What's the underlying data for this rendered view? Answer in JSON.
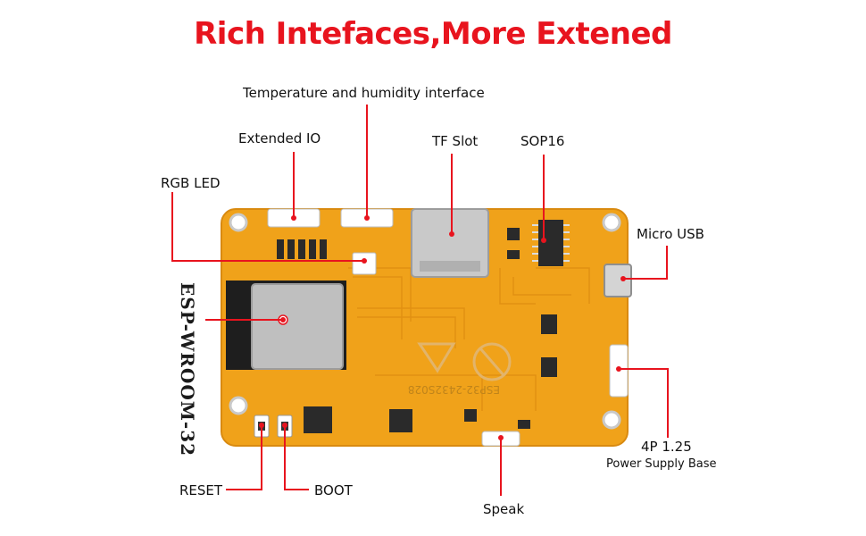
{
  "title": "Rich Intefaces,More Extened",
  "colors": {
    "accent": "#e8141e",
    "board": "#f0a21a",
    "board_edge": "#d98a10",
    "chip": "#2a2a2a",
    "shield": "#bfbfbf"
  },
  "labels": {
    "temp_humidity": "Temperature and humidity interface",
    "extended_io": "Extended IO",
    "tf_slot": "TF Slot",
    "sop16": "SOP16",
    "rgb_led": "RGB LED",
    "micro_usb": "Micro USB",
    "esp_module": "ESP-WROOM-32",
    "power_supply_name": "4P 1.25",
    "power_supply_desc": "Power Supply Base",
    "reset": "RESET",
    "boot": "BOOT",
    "speak": "Speak"
  },
  "board_marking": "ESP32-2432S028"
}
